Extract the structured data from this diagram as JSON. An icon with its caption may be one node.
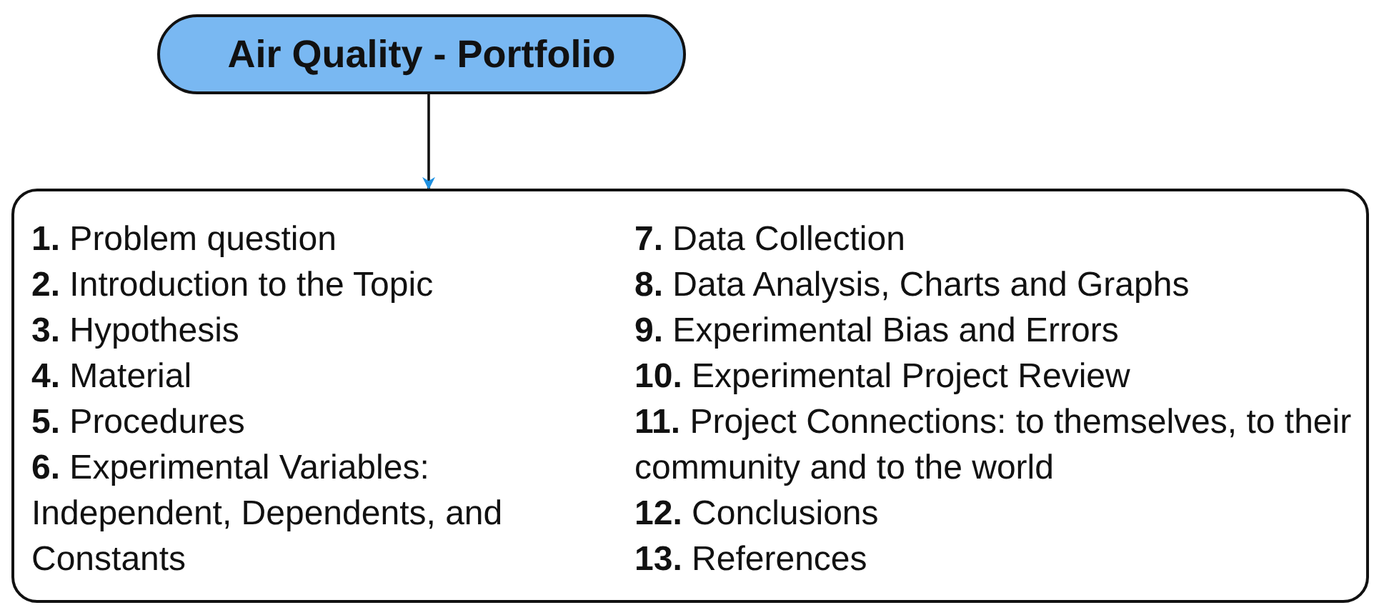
{
  "diagram": {
    "nodes": [
      {
        "text": [
          "Air Quality - Portfolio"
        ]
      },
      {
        "text": [
          "**1.** Problem question",
          "**2.** Introduction to the Topic",
          "**3.** Hypothesis",
          "**4.** Material",
          "**5.** Procedures",
          "**6.** Experimental Variables: Independent, Dependents, and Constants",
          "**7.** Data Collection",
          "**8.** Data Analysis, Charts and Graphs",
          "**9.** Experimental Bias and Errors",
          "**10.** Experimental Project Review",
          "**11.** Project Connections: to themselves, to their community and to the world",
          "**12.** Conclusions",
          "**13.** References"
        ]
      }
    ],
    "edges": [
      {
        "from": 0,
        "to": 1,
        "arrow": "to"
      }
    ]
  }
}
